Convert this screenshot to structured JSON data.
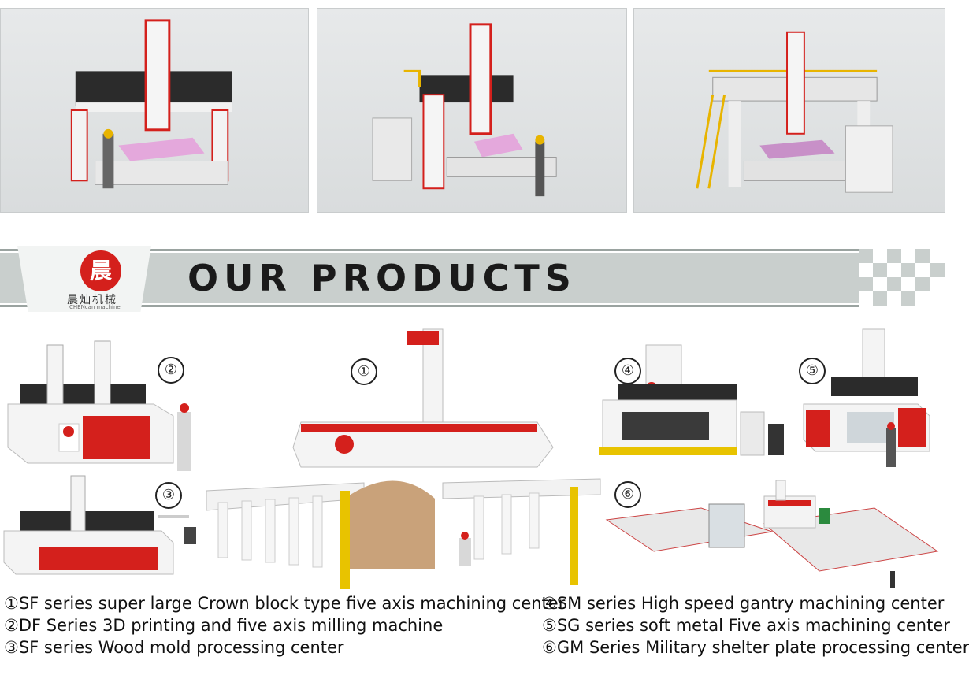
{
  "banner": {
    "title": "OUR PRODUCTS",
    "logo_glyph": "晨",
    "logo_cn": "晨灿机械",
    "logo_en": "CHENcan machine"
  },
  "products": {
    "n1": "①",
    "n2": "②",
    "n3": "③",
    "n4": "④",
    "n5": "⑤",
    "n6": "⑥"
  },
  "captions": {
    "left": [
      "①SF series super large Crown block type five axis machining center",
      "②DF Series 3D printing and five axis milling machine",
      "③SF series Wood mold processing center"
    ],
    "right": [
      "④SM series High speed gantry machining center",
      "⑤SG series soft metal Five axis machining center",
      "⑥GM Series Military shelter plate processing center"
    ]
  },
  "colors": {
    "brand_red": "#d4201c",
    "banner_gray": "#c9cfcd",
    "machine_white": "#f4f4f4",
    "dark_panel": "#2a2a2a"
  }
}
